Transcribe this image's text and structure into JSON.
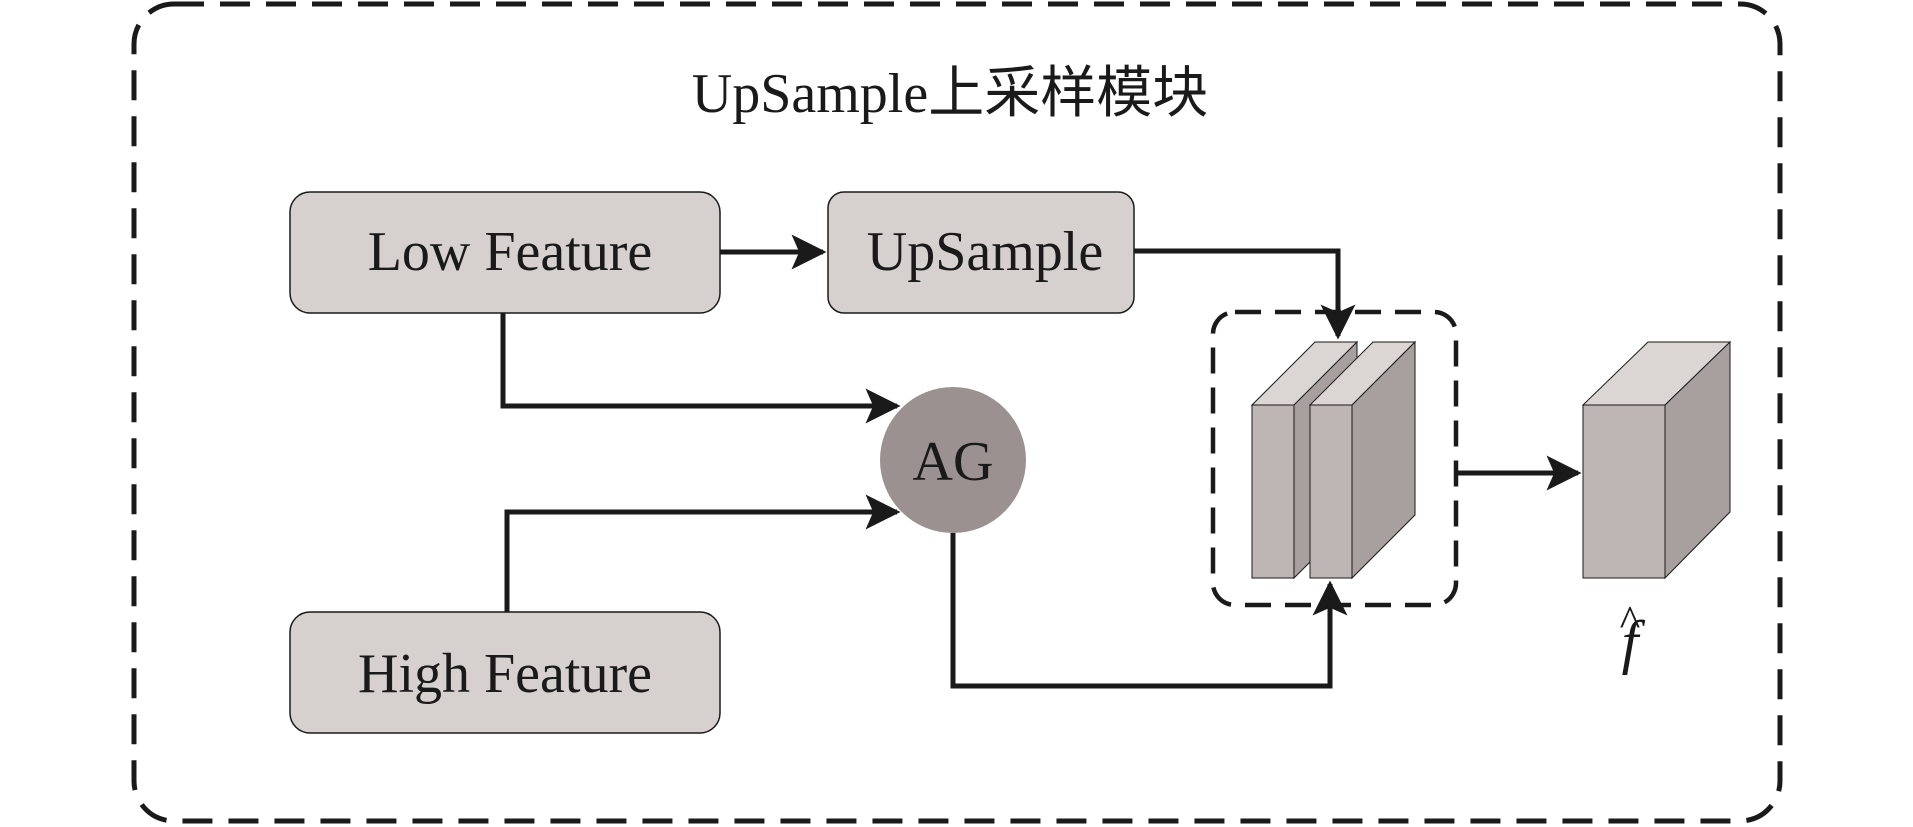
{
  "diagram": {
    "title": "UpSample上采样模块",
    "nodes": {
      "low_feature": {
        "label": "Low Feature"
      },
      "upsample": {
        "label": "UpSample"
      },
      "high_feature": {
        "label": "High Feature"
      },
      "ag": {
        "label": "AG"
      },
      "output": {
        "label": "f",
        "hat": "^"
      }
    },
    "edges": [
      {
        "from": "low_feature",
        "to": "upsample"
      },
      {
        "from": "low_feature",
        "to": "ag"
      },
      {
        "from": "high_feature",
        "to": "ag"
      },
      {
        "from": "upsample",
        "to": "concat"
      },
      {
        "from": "ag",
        "to": "concat"
      },
      {
        "from": "concat",
        "to": "output"
      }
    ]
  },
  "colors": {
    "box_fill": "#d6d0ce",
    "circle_fill": "#9a9190",
    "cube_front": "#bdb6b4",
    "cube_top": "#dbd6d4",
    "cube_side": "#a7a09e",
    "stroke": "#1a1a1a"
  }
}
